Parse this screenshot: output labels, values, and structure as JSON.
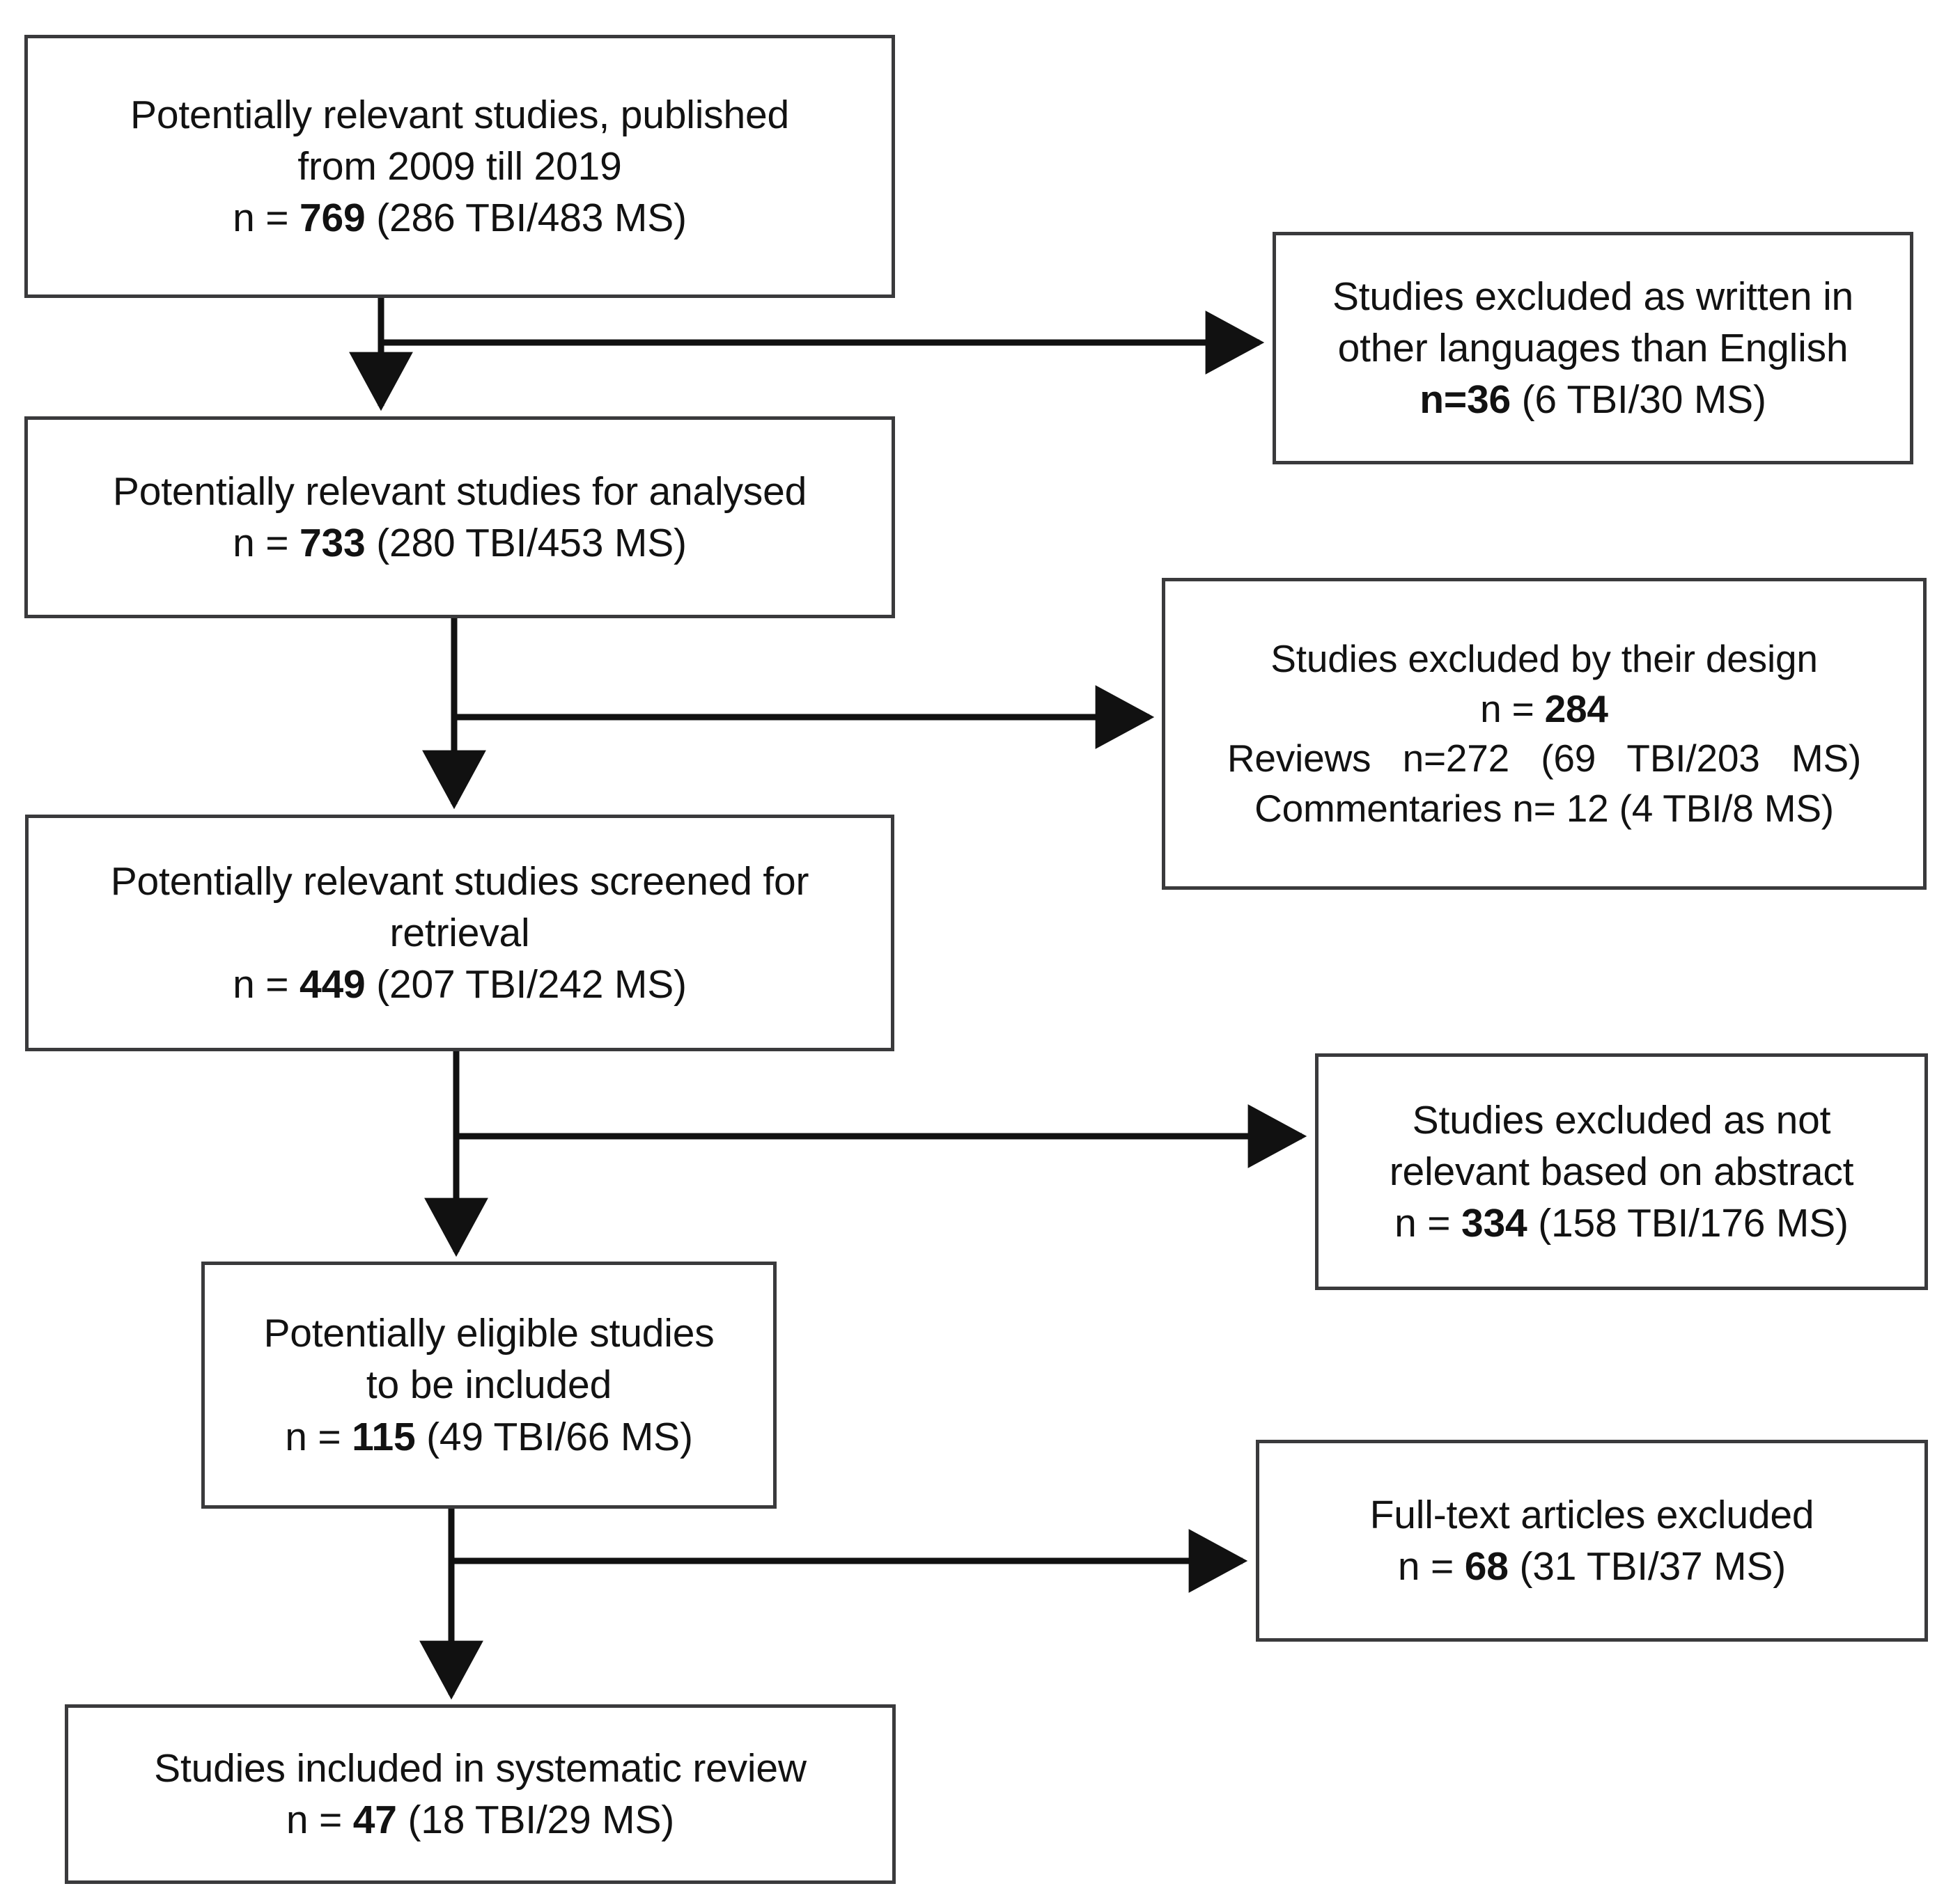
{
  "diagram": {
    "type": "prisma-flow-diagram",
    "title": "PRISMA study selection flow",
    "line_color": "#3a3a3c",
    "text_color": "#121212",
    "background": "#ffffff"
  },
  "nodes": {
    "identified": {
      "name": "potentially-relevant-studies",
      "lines": [
        "Potentially relevant studies, published",
        "from 2009 till 2019"
      ],
      "count_line": "n = 769 (286 TBI/483 MS)",
      "count_bold": "769",
      "n": 769,
      "tbi": 286,
      "ms": 483
    },
    "analysed": {
      "name": "potentially-relevant-studies-for-analysed",
      "lines": [
        "Potentially relevant studies for analysed"
      ],
      "count_line": "n = 733 (280 TBI/453 MS)",
      "count_bold": "733",
      "n": 733,
      "tbi": 280,
      "ms": 453
    },
    "screened": {
      "name": "studies-screened-for-retrieval",
      "lines": [
        "Potentially relevant studies screened for",
        "retrieval"
      ],
      "count_line": "n = 449 (207 TBI/242 MS)",
      "count_bold": "449",
      "n": 449,
      "tbi": 207,
      "ms": 242
    },
    "eligible": {
      "name": "potentially-eligible-studies",
      "lines": [
        "Potentially eligible studies",
        "to be included"
      ],
      "count_line": "n = 115 (49 TBI/66 MS)",
      "count_bold": "115",
      "n": 115,
      "tbi": 49,
      "ms": 66
    },
    "included": {
      "name": "studies-included-in-systematic-review",
      "lines": [
        "Studies included in systematic review"
      ],
      "count_line": "n = 47 (18 TBI/29 MS)",
      "count_bold": "47",
      "n": 47,
      "tbi": 18,
      "ms": 29
    }
  },
  "exclusions": {
    "language": {
      "name": "excluded-other-languages",
      "lines": [
        "Studies excluded as written in",
        "other languages than English"
      ],
      "count_line": "n=36 (6 TBI/30 MS)",
      "count_bold": "n=36",
      "n": 36,
      "tbi": 6,
      "ms": 30
    },
    "design": {
      "name": "excluded-by-design",
      "lines": [
        "Studies excluded by their design"
      ],
      "count_line": "n = 284",
      "count_bold": "284",
      "n": 284,
      "detail_reviews": "Reviews   n=272   (69   TBI/203   MS)",
      "detail_commentaries": "Commentaries n= 12 (4 TBI/8 MS)",
      "reviews": {
        "n": 272,
        "tbi": 69,
        "ms": 203
      },
      "commentaries": {
        "n": 12,
        "tbi": 4,
        "ms": 8
      }
    },
    "abstract": {
      "name": "excluded-not-relevant-abstract",
      "lines": [
        "Studies excluded as not",
        "relevant based on abstract"
      ],
      "count_line": "n = 334 (158 TBI/176 MS)",
      "count_bold": "334",
      "n": 334,
      "tbi": 158,
      "ms": 176
    },
    "fulltext": {
      "name": "excluded-full-text",
      "lines": [
        "Full-text articles excluded"
      ],
      "count_line": "n = 68 (31 TBI/37 MS)",
      "count_bold": "68",
      "n": 68,
      "tbi": 31,
      "ms": 37
    }
  }
}
